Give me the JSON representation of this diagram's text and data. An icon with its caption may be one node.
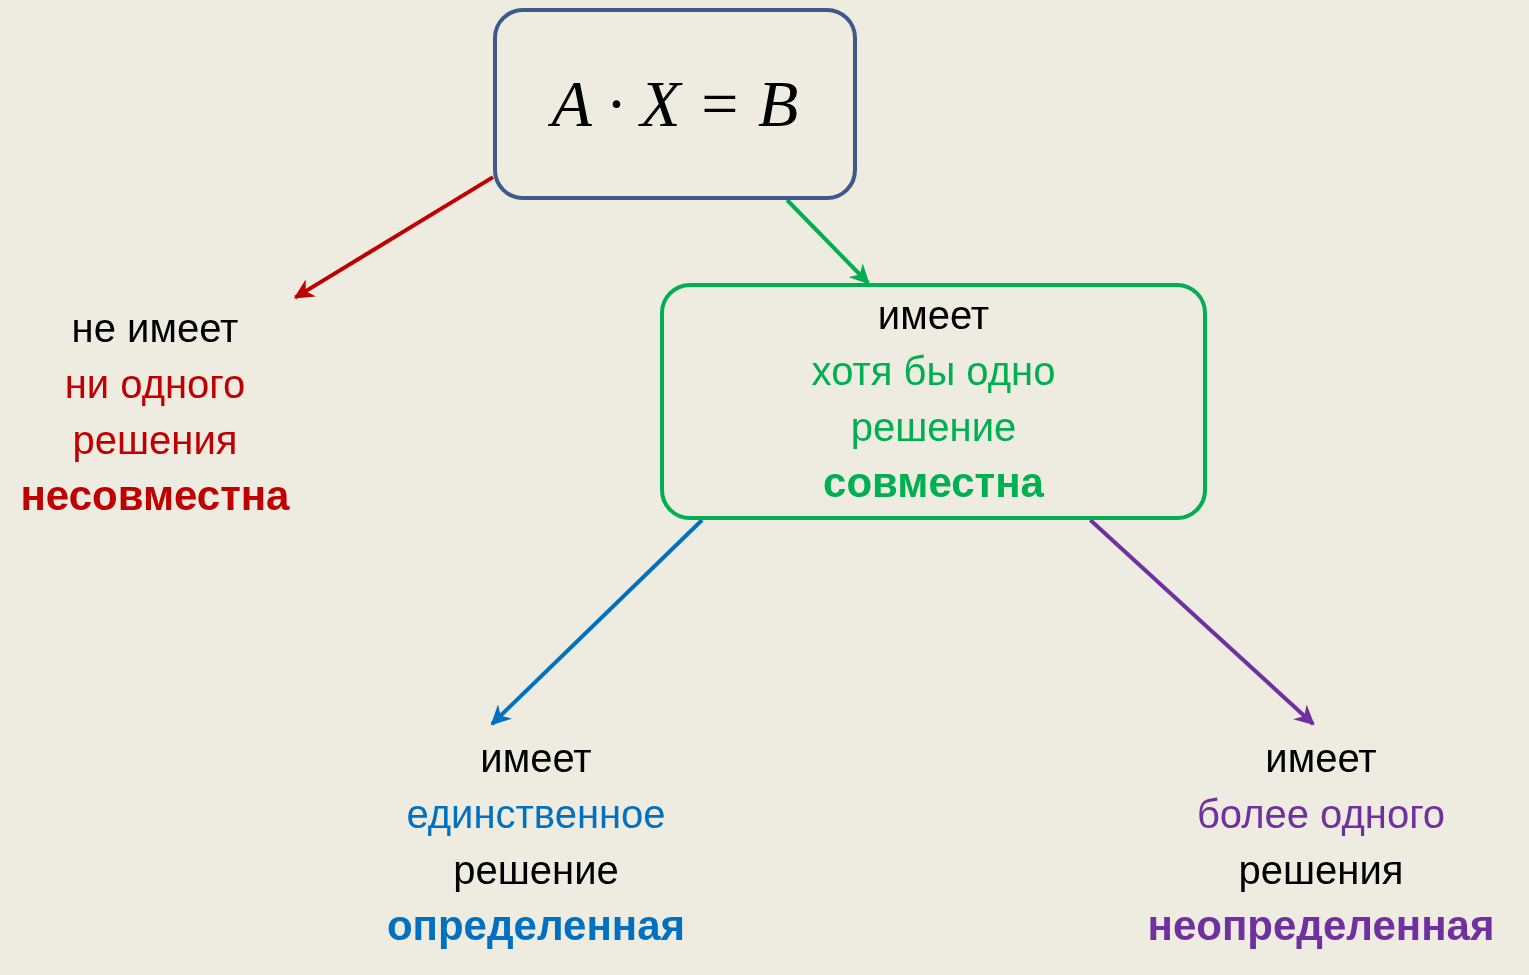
{
  "diagram": {
    "nodes": [
      {
        "text": [
          "A · X = B"
        ]
      },
      {
        "text": [
          "не имеет",
          "ни одного",
          "решения",
          "несовместна"
        ]
      },
      {
        "text": [
          "имеет",
          "хотя бы одно",
          "решение",
          "совместна"
        ]
      },
      {
        "text": [
          "имеет",
          "единственное",
          "решение",
          "определенная"
        ]
      },
      {
        "text": [
          "имеет",
          "более одного",
          "решения",
          "неопределенная"
        ]
      }
    ],
    "edges": [
      {
        "from": 0,
        "to": 1,
        "arrow": "to",
        "color": "#c00000"
      },
      {
        "from": 0,
        "to": 2,
        "arrow": "to",
        "color": "#00b050"
      },
      {
        "from": 2,
        "to": 3,
        "arrow": "to",
        "color": "#0070c0"
      },
      {
        "from": 2,
        "to": 4,
        "arrow": "to",
        "color": "#7030a0"
      }
    ]
  }
}
